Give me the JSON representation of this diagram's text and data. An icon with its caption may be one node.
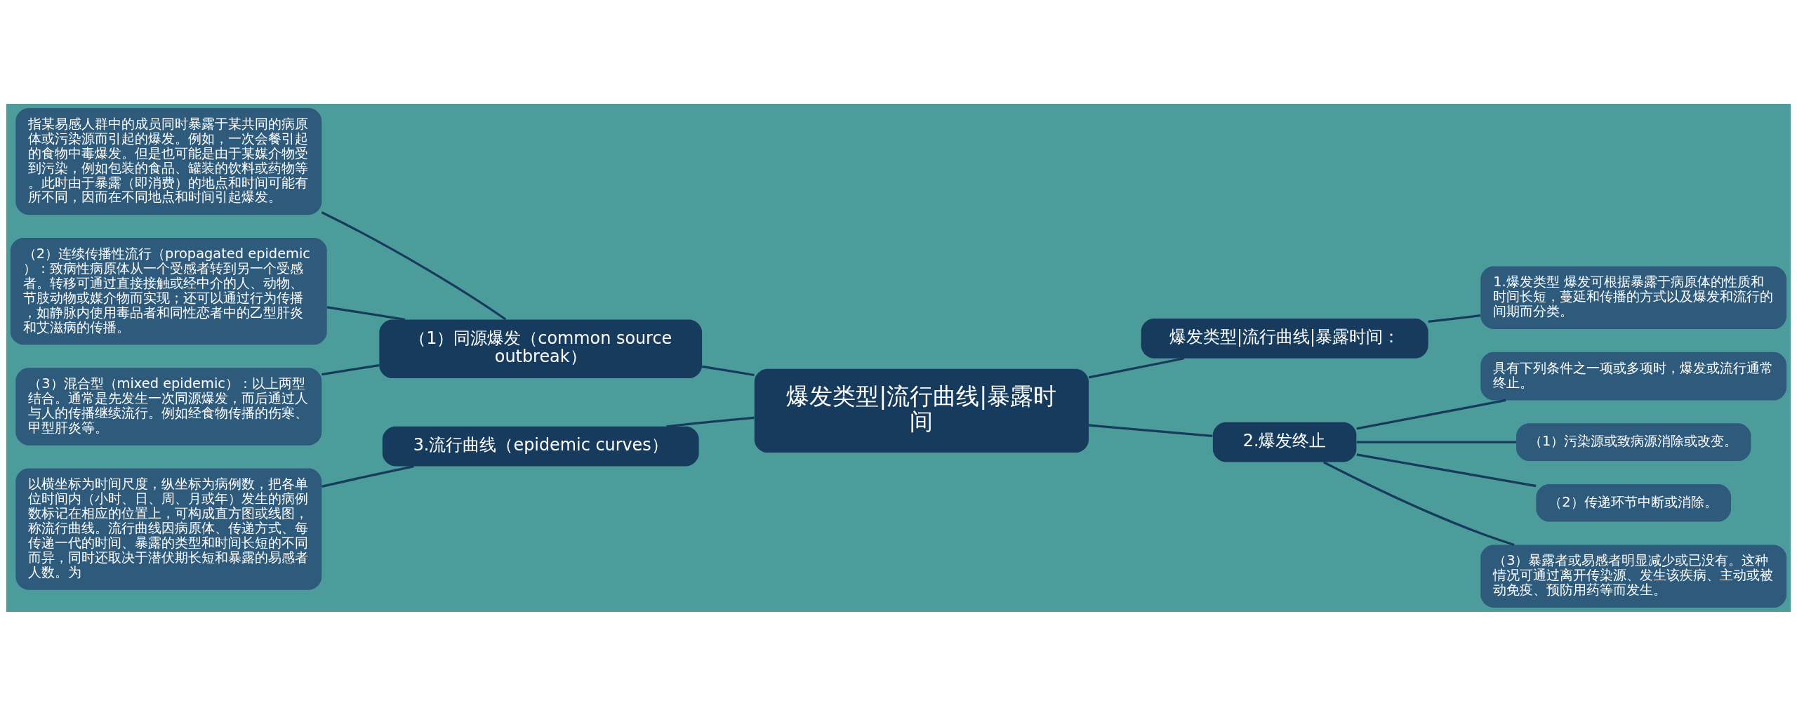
{
  "diagram": {
    "nodes": [
      {
        "text": [
          "爆发类型|流行曲线|暴露时间"
        ]
      },
      {
        "text": [
          "（1）同源爆发（common source outbreak）"
        ]
      },
      {
        "text": [
          "指某易感人群中的成员同时暴露于某共同的病原体或污染源而引起的爆发。例如，一次会餐引起的食物中毒爆发。但是也可能是由于某媒介物受到污染，例如包装的食品、罐装的饮料或药物等。此时由于暴露（即消费）的地点和时间可能有所不同，因而在不同地点和时间引起爆发。"
        ]
      },
      {
        "text": [
          "（2）连续传播性流行（propagated epidemic）：致病性病原体从一个受感者转到另一个受感者。转移可通过直接接触或经中介的人、动物、节肢动物或媒介物而实现；还可以通过行为传播，如静脉内使用毒品者和同性恋者中的乙型肝炎和艾滋病的传播。"
        ]
      },
      {
        "text": [
          "（3）混合型（mixed epidemic）：以上两型结合。通常是先发生一次同源爆发，而后通过人与人的传播继续流行。例如经食物传播的伤寒、甲型肝炎等。"
        ]
      },
      {
        "text": [
          "3.流行曲线（epidemic curves）"
        ]
      },
      {
        "text": [
          "以横坐标为时间尺度，纵坐标为病例数，把各单位时间内（小时、日、周、月或年）发生的病例数标记在相应的位置上，可构成直方图或线图，称流行曲线。流行曲线因病原体、传递方式、每传递一代的时间、暴露的类型和时间长短的不同而异，同时还取决于潜伏期长短和暴露的易感者人数。为"
        ]
      },
      {
        "text": [
          "爆发类型|流行曲线|暴露时间："
        ]
      },
      {
        "text": [
          "1.爆发类型 爆发可根据暴露于病原体的性质和时间长短，蔓延和传播的方式以及爆发和流行的间期而分类。"
        ]
      },
      {
        "text": [
          "2.爆发终止"
        ]
      },
      {
        "text": [
          "具有下列条件之一项或多项时，爆发或流行通常终止。"
        ]
      },
      {
        "text": [
          "（1）污染源或致病源消除或改变。"
        ]
      },
      {
        "text": [
          "（2）传递环节中断或消除。"
        ]
      },
      {
        "text": [
          "（3）暴露者或易感者明显减少或已没有。这种情况可通过离开传染源、发生该疾病、主动或被动免疫、预防用药等而发生。"
        ]
      }
    ],
    "edges": [
      {
        "from": 0,
        "to": 1,
        "arrow": "none"
      },
      {
        "from": 1,
        "to": 2,
        "arrow": "none"
      },
      {
        "from": 1,
        "to": 3,
        "arrow": "none"
      },
      {
        "from": 1,
        "to": 4,
        "arrow": "none"
      },
      {
        "from": 0,
        "to": 5,
        "arrow": "none"
      },
      {
        "from": 5,
        "to": 6,
        "arrow": "none"
      },
      {
        "from": 0,
        "to": 7,
        "arrow": "none"
      },
      {
        "from": 7,
        "to": 8,
        "arrow": "none"
      },
      {
        "from": 0,
        "to": 9,
        "arrow": "none"
      },
      {
        "from": 9,
        "to": 10,
        "arrow": "none"
      },
      {
        "from": 9,
        "to": 11,
        "arrow": "none"
      },
      {
        "from": 9,
        "to": 12,
        "arrow": "none"
      },
      {
        "from": 9,
        "to": 13,
        "arrow": "none"
      }
    ]
  }
}
